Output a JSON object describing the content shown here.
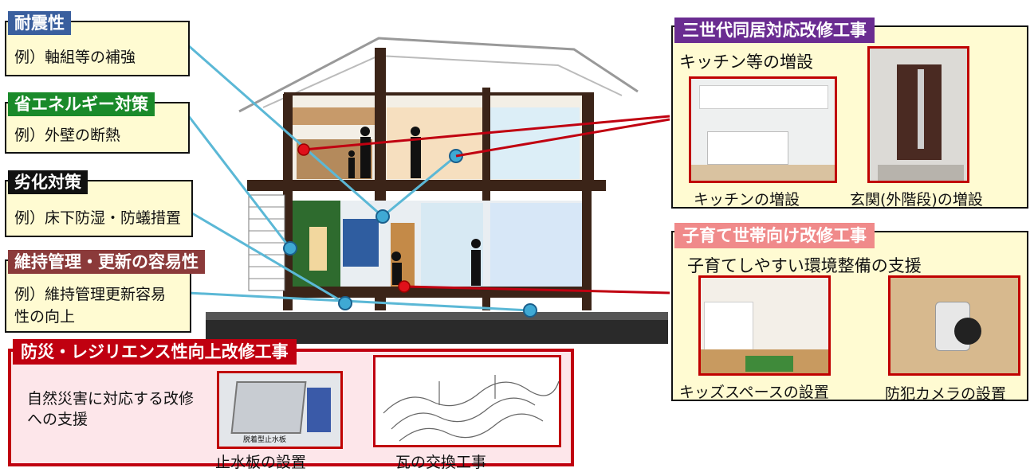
{
  "left_items": [
    {
      "label": "耐震性",
      "example": "例）軸組等の補強",
      "color": "#3a5f9e"
    },
    {
      "label": "省エネルギー対策",
      "example": "例）外壁の断熱",
      "color": "#1a8a2a"
    },
    {
      "label": "劣化対策",
      "example": "例）床下防湿・防蟻措置",
      "color": "#111111"
    },
    {
      "label": "維持管理・更新の容易性",
      "example": "例）維持管理更新容易性の向上",
      "color": "#8b3a3a"
    }
  ],
  "disaster": {
    "title": "防災・レジリエンス性向上改修工事",
    "description": "自然災害に対応する改修への支援",
    "photo1_caption": "止水板の設置",
    "photo1_label": "脱着型止水板",
    "photo2_caption": "瓦の交換工事",
    "color": "#c00010"
  },
  "multi_gen": {
    "title": "三世代同居対応改修工事",
    "subtitle": "キッチン等の増設",
    "photo1_caption": "キッチンの増設",
    "photo2_caption": "玄関(外階段)の増設",
    "color": "#6a2c91"
  },
  "child_rearing": {
    "title": "子育て世帯向け改修工事",
    "subtitle": "子育てしやすい環境整備の支援",
    "photo1_caption": "キッズスペースの設置",
    "photo2_caption": "防犯カメラの設置",
    "color": "#f08a8a"
  }
}
